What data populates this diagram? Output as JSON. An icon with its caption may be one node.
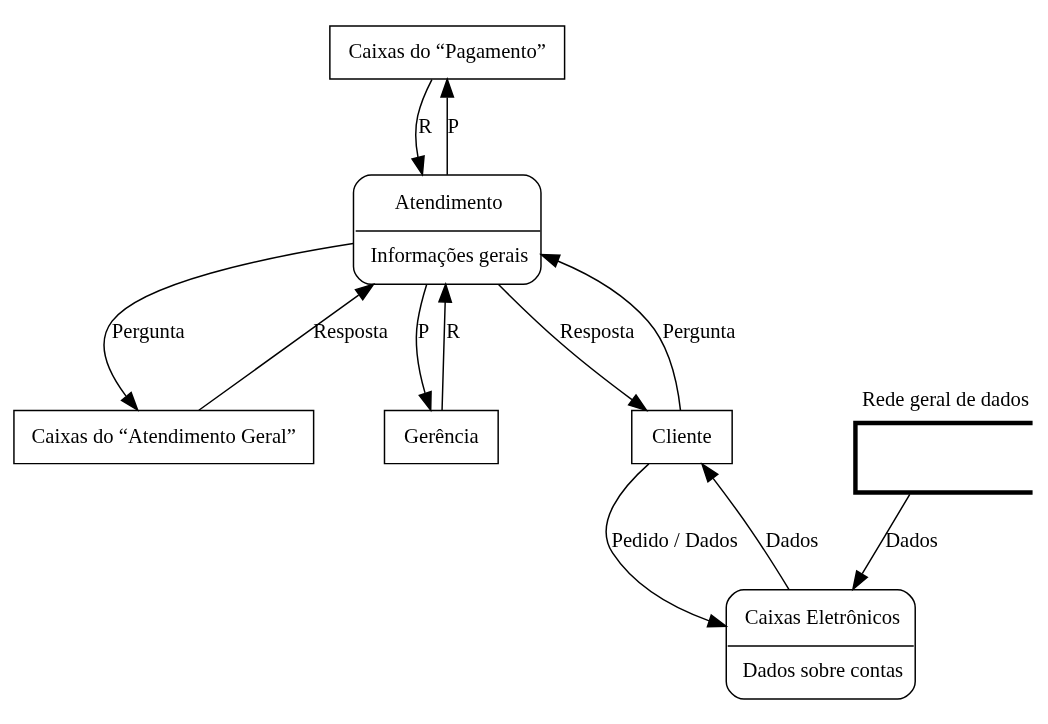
{
  "diagram": {
    "nodes": [
      {
        "text": [
          "Caixas do “Pagamento”"
        ]
      },
      {
        "text": [
          "Caixas do “Atendimento Geral”"
        ]
      },
      {
        "text": [
          "Gerência"
        ]
      },
      {
        "text": [
          "Atendimento",
          "Informações gerais"
        ]
      },
      {
        "text": [
          "Cliente"
        ]
      },
      {
        "text": [
          "Caixas Eletrônicos",
          "Dados sobre contas"
        ]
      },
      {
        "text": [
          "Rede geral de dados"
        ]
      }
    ],
    "edges": [
      {
        "from": 3,
        "to": 0,
        "arrow": "to",
        "label": "P"
      },
      {
        "from": 0,
        "to": 3,
        "arrow": "to",
        "label": "R"
      },
      {
        "from": 3,
        "to": 1,
        "arrow": "to",
        "label": "Pergunta"
      },
      {
        "from": 1,
        "to": 3,
        "arrow": "to",
        "label": "Resposta"
      },
      {
        "from": 2,
        "to": 3,
        "arrow": "to",
        "label": "R"
      },
      {
        "from": 3,
        "to": 2,
        "arrow": "to",
        "label": "P"
      },
      {
        "from": 4,
        "to": 3,
        "arrow": "to",
        "label": "Pergunta"
      },
      {
        "from": 3,
        "to": 4,
        "arrow": "to",
        "label": "Resposta"
      },
      {
        "from": 5,
        "to": 4,
        "arrow": "to",
        "label": "Dados"
      },
      {
        "from": 4,
        "to": 5,
        "arrow": "to",
        "label": "Pedido / Dados"
      },
      {
        "from": 6,
        "to": 5,
        "arrow": "to",
        "label": "Dados"
      }
    ]
  }
}
